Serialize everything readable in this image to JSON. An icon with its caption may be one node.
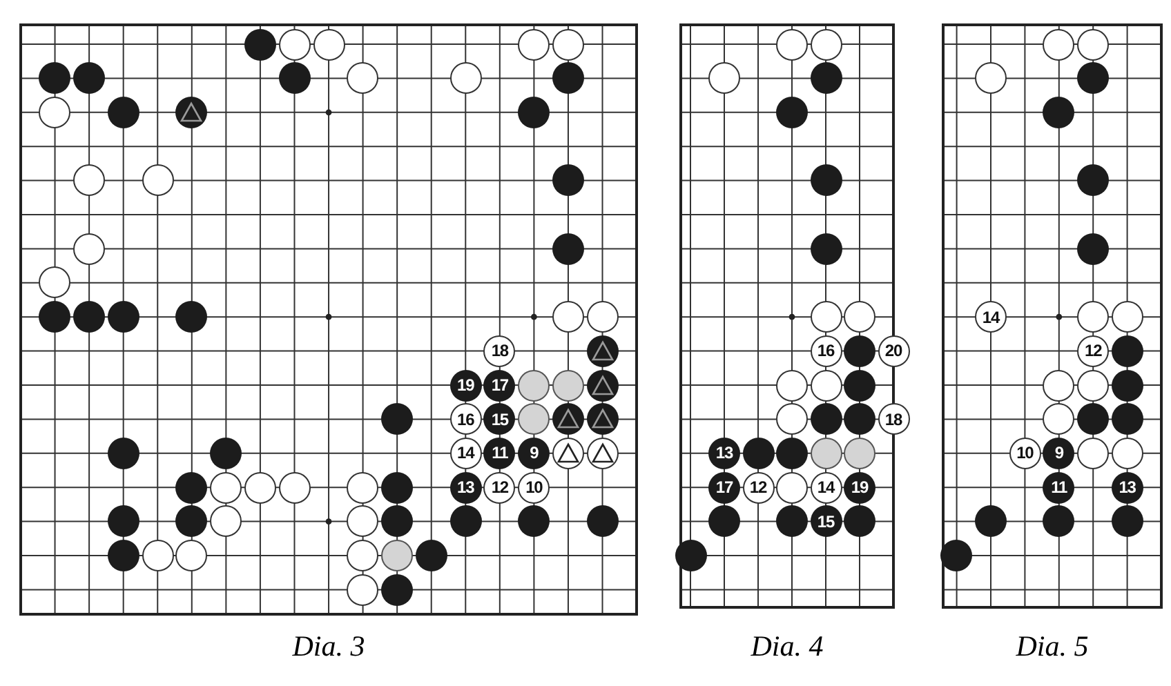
{
  "diagram": {
    "nodes": [
      {
        "text": [],
        "shape": "box",
        "beside": [
          "Dia. 3"
        ]
      },
      {
        "text": [],
        "shape": "circle",
        "in": 0
      },
      {
        "text": [],
        "shape": "circle",
        "in": 0
      },
      {
        "text": [],
        "shape": "circle",
        "in": 0
      },
      {
        "text": [],
        "shape": "circle",
        "in": 0
      },
      {
        "text": [],
        "shape": "circle",
        "in": 0
      },
      {
        "text": [],
        "shape": "circle",
        "in": 0
      },
      {
        "text": [],
        "shape": "circle",
        "in": 0
      },
      {
        "text": [],
        "shape": "circle",
        "in": 0
      },
      {
        "text": [],
        "shape": "circle",
        "in": 0
      },
      {
        "text": [],
        "shape": "circle",
        "in": 0
      },
      {
        "text": [],
        "shape": "circle",
        "in": 0
      },
      {
        "text": [],
        "shape": "circle",
        "in": 0
      },
      {
        "text": [],
        "shape": "circle",
        "in": 0
      },
      {
        "text": [],
        "shape": "circle",
        "in": 0
      },
      {
        "text": [],
        "shape": "circle",
        "in": 0
      },
      {
        "text": [],
        "shape": "circle",
        "in": 0
      },
      {
        "text": [],
        "shape": "circle",
        "in": 0
      },
      {
        "text": [],
        "shape": "circle",
        "in": 0
      },
      {
        "text": [],
        "shape": "circle",
        "in": 0
      },
      {
        "text": [],
        "shape": "circle",
        "in": 0
      },
      {
        "text": [],
        "shape": "circle",
        "in": 0
      },
      {
        "text": [],
        "shape": "circle",
        "in": 0
      },
      {
        "text": [],
        "shape": "circle",
        "in": 0
      },
      {
        "text": [],
        "shape": "circle",
        "in": 0
      },
      {
        "text": [],
        "shape": "circle",
        "in": 0
      },
      {
        "text": [],
        "shape": "circle",
        "in": 0
      },
      {
        "text": [],
        "shape": "circle",
        "in": 0
      },
      {
        "text": [
          "18"
        ],
        "in": 0
      },
      {
        "text": [],
        "shape": "circle",
        "in": 0
      },
      {
        "text": [
          "19"
        ],
        "in": 0
      },
      {
        "text": [
          "17"
        ],
        "in": 0
      },
      {
        "text": [],
        "shape": "circle",
        "in": 0
      },
      {
        "text": [],
        "shape": "circle",
        "in": 0
      },
      {
        "text": [],
        "shape": "circle",
        "in": 0
      },
      {
        "text": [],
        "shape": "circle",
        "in": 0
      },
      {
        "text": [
          "16"
        ],
        "in": 0
      },
      {
        "text": [
          "15"
        ],
        "in": 0
      },
      {
        "text": [],
        "shape": "circle",
        "in": 0
      },
      {
        "text": [],
        "shape": "circle",
        "in": 0
      },
      {
        "text": [],
        "shape": "circle",
        "in": 0
      },
      {
        "text": [],
        "shape": "circle",
        "in": 0
      },
      {
        "text": [],
        "shape": "circle",
        "in": 0
      },
      {
        "text": [
          "14"
        ],
        "in": 0
      },
      {
        "text": [
          "11"
        ],
        "in": 0
      },
      {
        "text": [
          "9"
        ],
        "in": 0
      },
      {
        "text": [],
        "shape": "circle",
        "in": 0
      },
      {
        "text": [],
        "shape": "circle",
        "in": 0
      },
      {
        "text": [],
        "shape": "circle",
        "in": 0
      },
      {
        "text": [],
        "shape": "circle",
        "in": 0
      },
      {
        "text": [],
        "shape": "circle",
        "in": 0
      },
      {
        "text": [],
        "shape": "circle",
        "in": 0
      },
      {
        "text": [],
        "shape": "circle",
        "in": 0
      },
      {
        "text": [],
        "shape": "circle",
        "in": 0
      },
      {
        "text": [
          "13"
        ],
        "in": 0
      },
      {
        "text": [
          "12"
        ],
        "in": 0
      },
      {
        "text": [
          "10"
        ],
        "in": 0
      },
      {
        "text": [],
        "shape": "circle",
        "in": 0
      },
      {
        "text": [],
        "shape": "circle",
        "in": 0
      },
      {
        "text": [],
        "shape": "circle",
        "in": 0
      },
      {
        "text": [],
        "shape": "circle",
        "in": 0
      },
      {
        "text": [],
        "shape": "circle",
        "in": 0
      },
      {
        "text": [],
        "shape": "circle",
        "in": 0
      },
      {
        "text": [],
        "shape": "circle",
        "in": 0
      },
      {
        "text": [],
        "shape": "circle",
        "in": 0
      },
      {
        "text": [],
        "shape": "circle",
        "in": 0
      },
      {
        "text": [],
        "shape": "circle",
        "in": 0
      },
      {
        "text": [],
        "shape": "circle",
        "in": 0
      },
      {
        "text": [],
        "shape": "circle",
        "in": 0
      },
      {
        "text": [],
        "shape": "circle",
        "in": 0
      },
      {
        "text": [],
        "shape": "circle",
        "in": 0
      },
      {
        "text": [],
        "shape": "circle",
        "in": 0
      },
      {
        "text": [],
        "shape": "circle",
        "in": 0
      },
      {
        "text": [],
        "shape": "box",
        "beside": [
          "Dia. 4"
        ]
      },
      {
        "text": [],
        "shape": "circle",
        "in": 73
      },
      {
        "text": [],
        "shape": "circle",
        "in": 73
      },
      {
        "text": [],
        "shape": "circle",
        "in": 73
      },
      {
        "text": [],
        "shape": "circle",
        "in": 73
      },
      {
        "text": [],
        "shape": "circle",
        "in": 73
      },
      {
        "text": [],
        "shape": "circle",
        "in": 73
      },
      {
        "text": [],
        "shape": "circle",
        "in": 73
      },
      {
        "text": [],
        "shape": "circle",
        "in": 73
      },
      {
        "text": [],
        "shape": "circle",
        "in": 73
      },
      {
        "text": [
          "16"
        ],
        "in": 73
      },
      {
        "text": [],
        "shape": "circle",
        "in": 73
      },
      {
        "text": [
          "20"
        ],
        "in": 73
      },
      {
        "text": [],
        "shape": "circle",
        "in": 73
      },
      {
        "text": [],
        "shape": "circle",
        "in": 73
      },
      {
        "text": [],
        "shape": "circle",
        "in": 73
      },
      {
        "text": [],
        "shape": "circle",
        "in": 73
      },
      {
        "text": [],
        "shape": "circle",
        "in": 73
      },
      {
        "text": [],
        "shape": "circle",
        "in": 73
      },
      {
        "text": [
          "18"
        ],
        "in": 73
      },
      {
        "text": [
          "13"
        ],
        "in": 73
      },
      {
        "text": [],
        "shape": "circle",
        "in": 73
      },
      {
        "text": [],
        "shape": "circle",
        "in": 73
      },
      {
        "text": [],
        "shape": "circle",
        "in": 73
      },
      {
        "text": [],
        "shape": "circle",
        "in": 73
      },
      {
        "text": [
          "17"
        ],
        "in": 73
      },
      {
        "text": [
          "12"
        ],
        "in": 73
      },
      {
        "text": [],
        "shape": "circle",
        "in": 73
      },
      {
        "text": [
          "14"
        ],
        "in": 73
      },
      {
        "text": [
          "19"
        ],
        "in": 73
      },
      {
        "text": [],
        "shape": "circle",
        "in": 73
      },
      {
        "text": [],
        "shape": "circle",
        "in": 73
      },
      {
        "text": [
          "15"
        ],
        "in": 73
      },
      {
        "text": [],
        "shape": "circle",
        "in": 73
      },
      {
        "text": [],
        "shape": "circle",
        "in": 73
      },
      {
        "text": [],
        "shape": "box",
        "beside": [
          "Dia. 5"
        ]
      },
      {
        "text": [],
        "shape": "circle",
        "in": 108
      },
      {
        "text": [],
        "shape": "circle",
        "in": 108
      },
      {
        "text": [],
        "shape": "circle",
        "in": 108
      },
      {
        "text": [],
        "shape": "circle",
        "in": 108
      },
      {
        "text": [],
        "shape": "circle",
        "in": 108
      },
      {
        "text": [],
        "shape": "circle",
        "in": 108
      },
      {
        "text": [],
        "shape": "circle",
        "in": 108
      },
      {
        "text": [
          "14"
        ],
        "in": 108
      },
      {
        "text": [],
        "shape": "circle",
        "in": 108
      },
      {
        "text": [],
        "shape": "circle",
        "in": 108
      },
      {
        "text": [
          "12"
        ],
        "in": 108
      },
      {
        "text": [],
        "shape": "circle",
        "in": 108
      },
      {
        "text": [],
        "shape": "circle",
        "in": 108
      },
      {
        "text": [],
        "shape": "circle",
        "in": 108
      },
      {
        "text": [],
        "shape": "circle",
        "in": 108
      },
      {
        "text": [],
        "shape": "circle",
        "in": 108
      },
      {
        "text": [],
        "shape": "circle",
        "in": 108
      },
      {
        "text": [],
        "shape": "circle",
        "in": 108
      },
      {
        "text": [
          "10"
        ],
        "in": 108
      },
      {
        "text": [
          "9"
        ],
        "in": 108
      },
      {
        "text": [],
        "shape": "circle",
        "in": 108
      },
      {
        "text": [],
        "shape": "circle",
        "in": 108
      },
      {
        "text": [
          "11"
        ],
        "in": 108
      },
      {
        "text": [
          "13"
        ],
        "in": 108
      },
      {
        "text": [],
        "shape": "circle",
        "in": 108
      },
      {
        "text": [],
        "shape": "circle",
        "in": 108
      },
      {
        "text": [],
        "shape": "circle",
        "in": 108
      },
      {
        "text": [],
        "shape": "circle",
        "in": 108
      }
    ]
  }
}
